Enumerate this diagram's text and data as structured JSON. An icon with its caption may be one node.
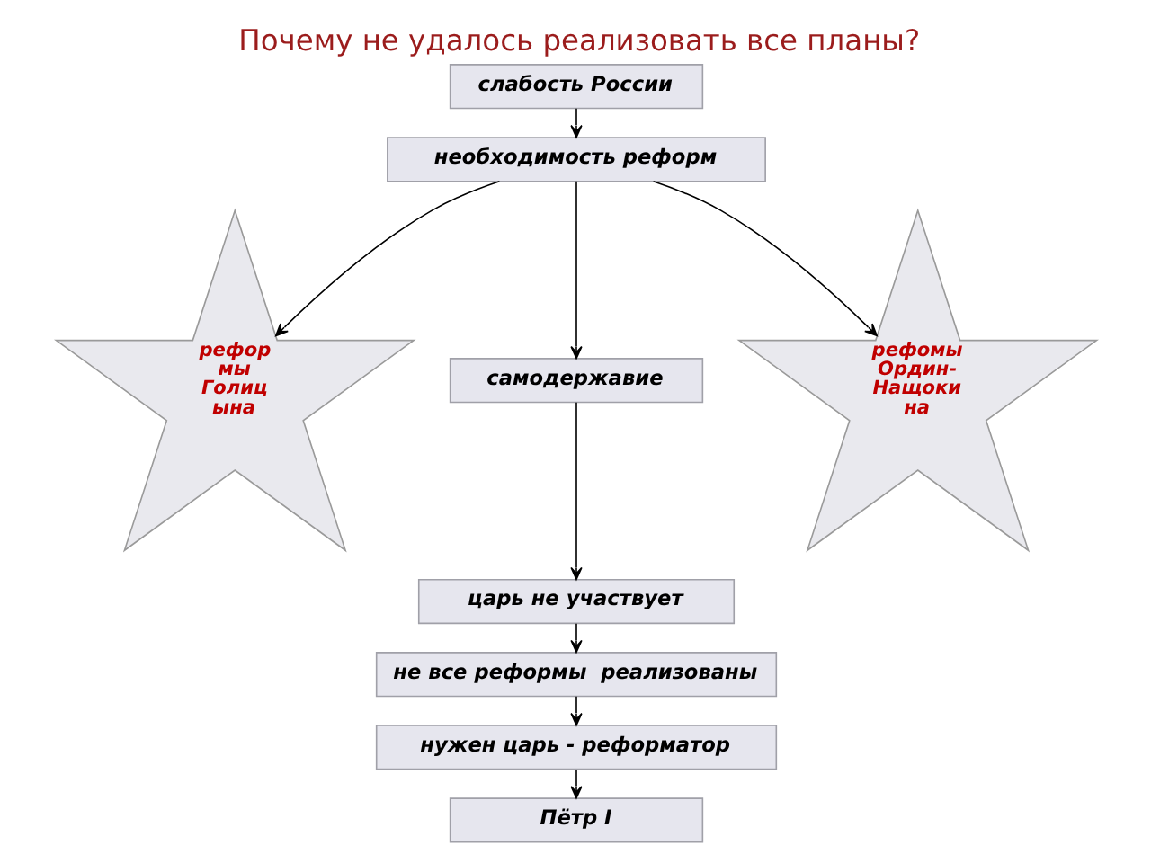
{
  "diagram": {
    "title": "Почему не удалось реализовать все планы?",
    "nodes": [
      {
        "text": [
          "слабость России"
        ]
      },
      {
        "text": [
          "необходимость реформ"
        ]
      },
      {
        "text": [
          "рефор мы Голиц ына"
        ]
      },
      {
        "text": [
          "рефомы Ордин- Нащоки на"
        ]
      },
      {
        "text": [
          "самодержавие"
        ]
      },
      {
        "text": [
          "царь не участвует"
        ]
      },
      {
        "text": [
          "не все реформы  реализованы"
        ]
      },
      {
        "text": [
          "нужен царь - реформатор"
        ]
      },
      {
        "text": [
          "Пётр I"
        ]
      }
    ],
    "edges": [
      {
        "from": 0,
        "to": 1,
        "arrow": "to"
      },
      {
        "from": 1,
        "to": 2,
        "arrow": "to"
      },
      {
        "from": 1,
        "to": 4,
        "arrow": "to"
      },
      {
        "from": 1,
        "to": 3,
        "arrow": "to"
      },
      {
        "from": 4,
        "to": 5,
        "arrow": "to"
      },
      {
        "from": 5,
        "to": 6,
        "arrow": "to"
      },
      {
        "from": 6,
        "to": 7,
        "arrow": "to"
      },
      {
        "from": 7,
        "to": 8,
        "arrow": "to"
      }
    ]
  }
}
